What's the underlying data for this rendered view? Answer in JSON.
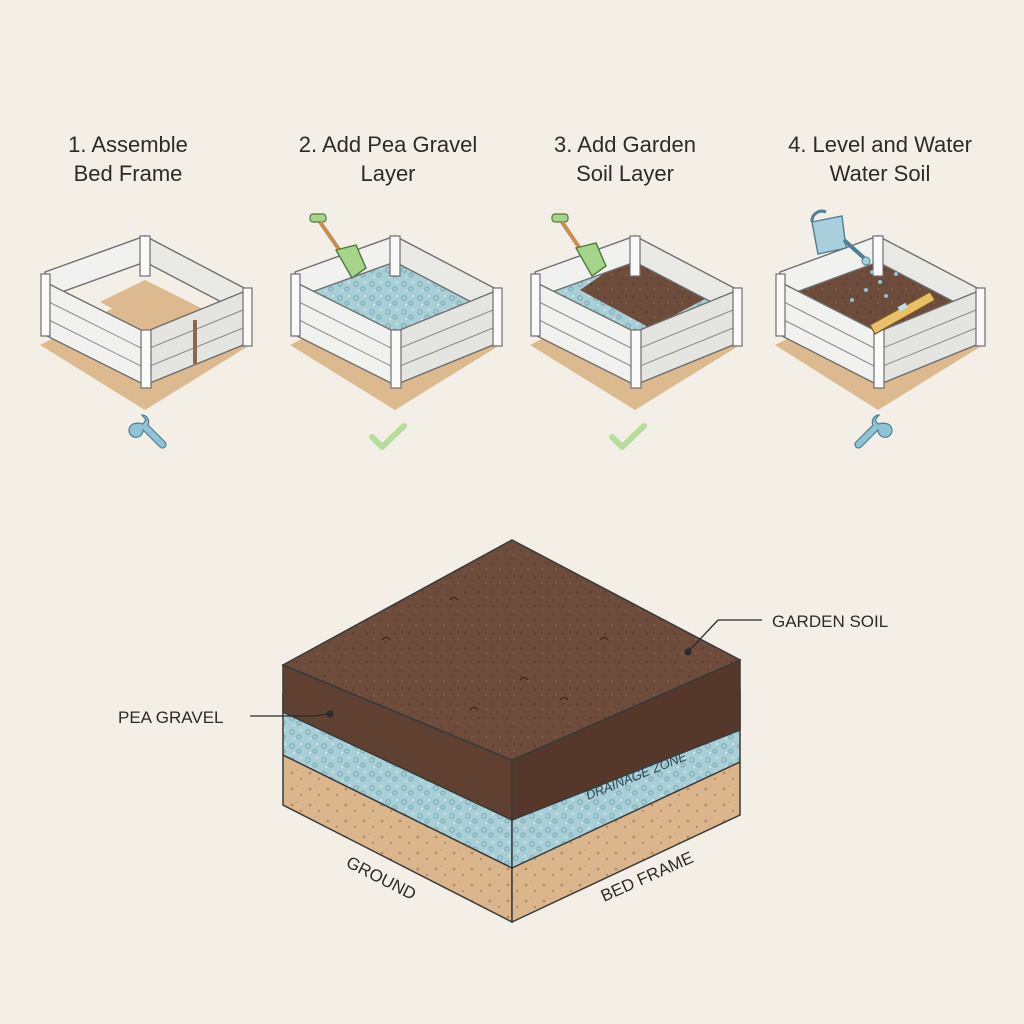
{
  "steps": [
    {
      "title": "1. Assemble\nBed Frame",
      "status_icon": "wrench-icon"
    },
    {
      "title": "2. Add Pea Gravel\nLayer",
      "status_icon": "checkmark-icon"
    },
    {
      "title": "3. Add Garden\nSoil Layer",
      "status_icon": "checkmark-icon"
    },
    {
      "title": "4. Level and Water\nWater Soil",
      "status_icon": "wrench-icon"
    }
  ],
  "cross_section": {
    "labels": {
      "garden_soil": "GARDEN SOIL",
      "pea_gravel": "PEA GRAVEL",
      "drainage_zone": "DRAINAGE ZONE",
      "ground": "GROUND",
      "bed_frame": "BED FRAME"
    }
  },
  "colors": {
    "background": "#f3efe7",
    "soil": "#6b4a3a",
    "gravel": "#a9cfd6",
    "ground": "#d9b58c",
    "frame": "#e8e8e6",
    "accent_green": "#a6d48a",
    "accent_blue": "#7fb3c4"
  }
}
